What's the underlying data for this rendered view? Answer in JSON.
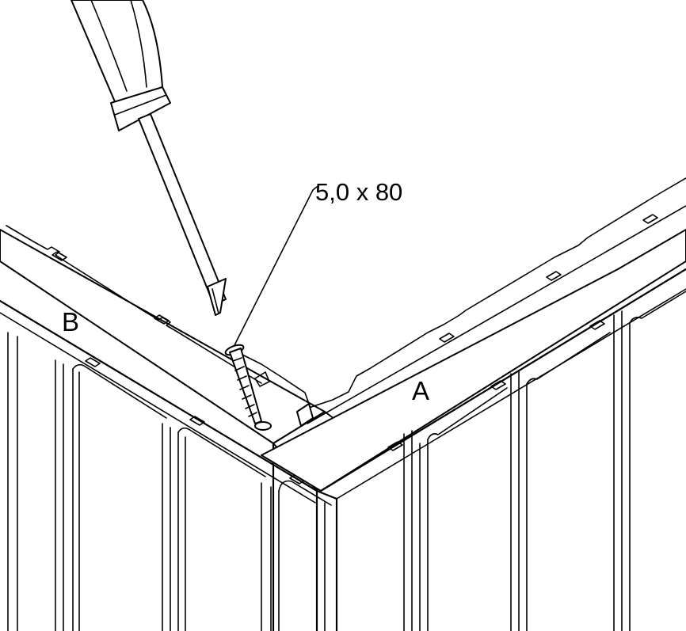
{
  "labels": {
    "screw_spec": "5,0 x 80",
    "panel_a": "A",
    "panel_b": "B"
  },
  "colors": {
    "line": "#000000",
    "background": "#ffffff"
  }
}
